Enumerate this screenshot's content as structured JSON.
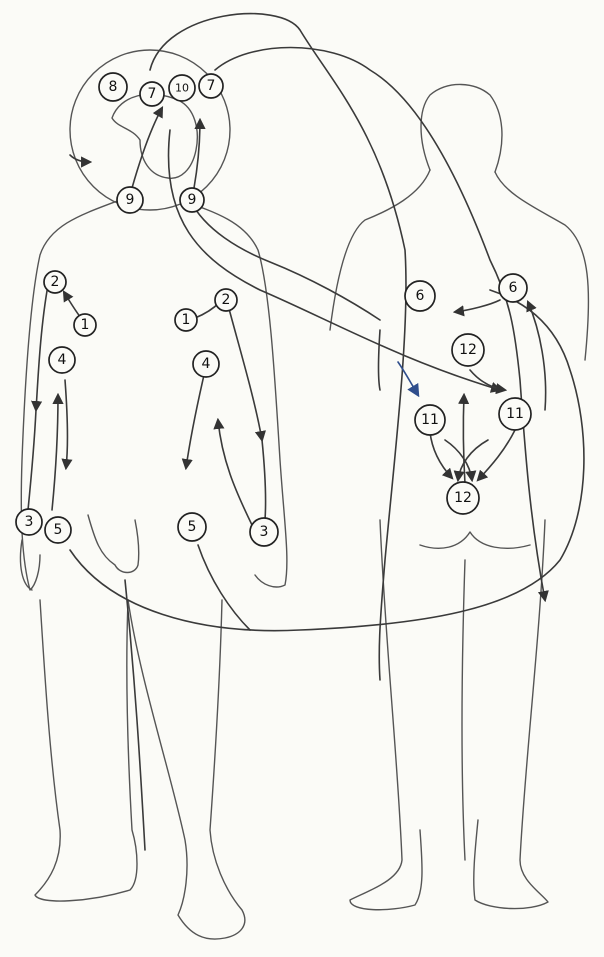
{
  "diagram": {
    "nodes": [
      {
        "id": "n1-front-left",
        "label": "1"
      },
      {
        "id": "n2-front-left",
        "label": "2"
      },
      {
        "id": "n3-front-left",
        "label": "3"
      },
      {
        "id": "n4-front-left",
        "label": "4"
      },
      {
        "id": "n5-front-left",
        "label": "5"
      },
      {
        "id": "n1-front-right",
        "label": "1"
      },
      {
        "id": "n2-front-right",
        "label": "2"
      },
      {
        "id": "n3-front-right",
        "label": "3"
      },
      {
        "id": "n4-front-right",
        "label": "4"
      },
      {
        "id": "n5-front-right",
        "label": "5"
      },
      {
        "id": "n6-back-left",
        "label": "6"
      },
      {
        "id": "n6-back-right",
        "label": "6"
      },
      {
        "id": "n7-head-left",
        "label": "7"
      },
      {
        "id": "n7-head-right",
        "label": "7"
      },
      {
        "id": "n8-head",
        "label": "8"
      },
      {
        "id": "n9-neck-left",
        "label": "9"
      },
      {
        "id": "n9-neck-right",
        "label": "9"
      },
      {
        "id": "n10-head",
        "label": "10"
      },
      {
        "id": "n11-back-left",
        "label": "11"
      },
      {
        "id": "n11-back-right",
        "label": "11"
      },
      {
        "id": "n12-back-upper",
        "label": "12"
      },
      {
        "id": "n12-back-lower",
        "label": "12"
      }
    ],
    "colors": {
      "ink": "#3a3a3a",
      "blue_ink": "#2f4e8c",
      "paper": "#fbfbf7"
    }
  }
}
